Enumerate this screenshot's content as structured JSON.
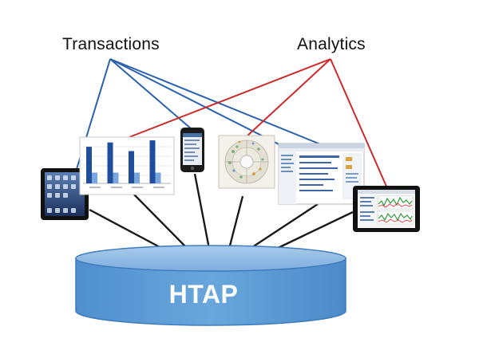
{
  "labels": {
    "transactions": "Transactions",
    "analytics": "Analytics",
    "database": "HTAP"
  },
  "colors": {
    "transactions_line": "#2a62ad",
    "analytics_line": "#cc2a2a",
    "connector_line": "#1a1a1a",
    "cylinder_body": "#5b9bd5",
    "cylinder_top": "#8cb8e2",
    "cylinder_edge": "#3e7bbd",
    "database_text": "#ffffff"
  },
  "devices": [
    {
      "name": "tablet-left",
      "label": "Tablet"
    },
    {
      "name": "bar-chart-report",
      "label": "Bar chart report"
    },
    {
      "name": "smartphone",
      "label": "Smartphone"
    },
    {
      "name": "radial-chart-report",
      "label": "Radial chart report"
    },
    {
      "name": "web-dashboard",
      "label": "Web dashboard"
    },
    {
      "name": "tablet-right",
      "label": "Tablet with charts"
    }
  ],
  "chart_data": {
    "type": "bar",
    "categories": [
      "",
      "",
      "",
      ""
    ],
    "series": [
      {
        "values": [
          85,
          95,
          75,
          100
        ]
      },
      {
        "values": [
          25,
          25,
          25,
          25
        ]
      }
    ]
  }
}
